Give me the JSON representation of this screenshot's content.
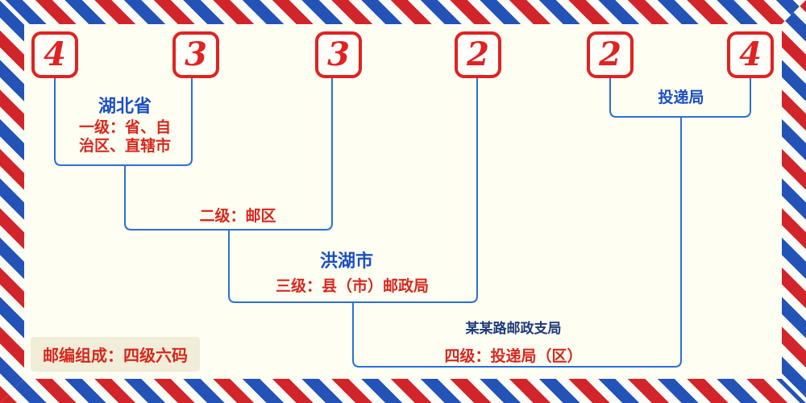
{
  "postal_code": {
    "digits": [
      "4",
      "3",
      "3",
      "2",
      "2",
      "4"
    ],
    "full_code": "433224"
  },
  "annotations": {
    "level1_title": "湖北省",
    "level1_desc_line1": "一级：省、自",
    "level1_desc_line2": "治区、直辖市",
    "level2_label": "二级：邮区",
    "level3_title": "洪湖市",
    "level3_label": "三级：县（市）邮政局",
    "level4_branch": "某某路邮政支局",
    "level4_label": "四级：投递局（区）",
    "delivery_office_label": "投递局",
    "footer_note": "邮编组成：四级六码"
  },
  "colors": {
    "digit_red": "#e02222",
    "label_red": "#d6281e",
    "label_blue": "#1a4fc4",
    "branch_navy": "#1d3a7a",
    "line_blue": "#2b6fd4",
    "border_stripe_red": "#d2252b",
    "border_stripe_blue": "#2453b8",
    "background": "#fffef2",
    "chip_background": "#f2edd9"
  }
}
